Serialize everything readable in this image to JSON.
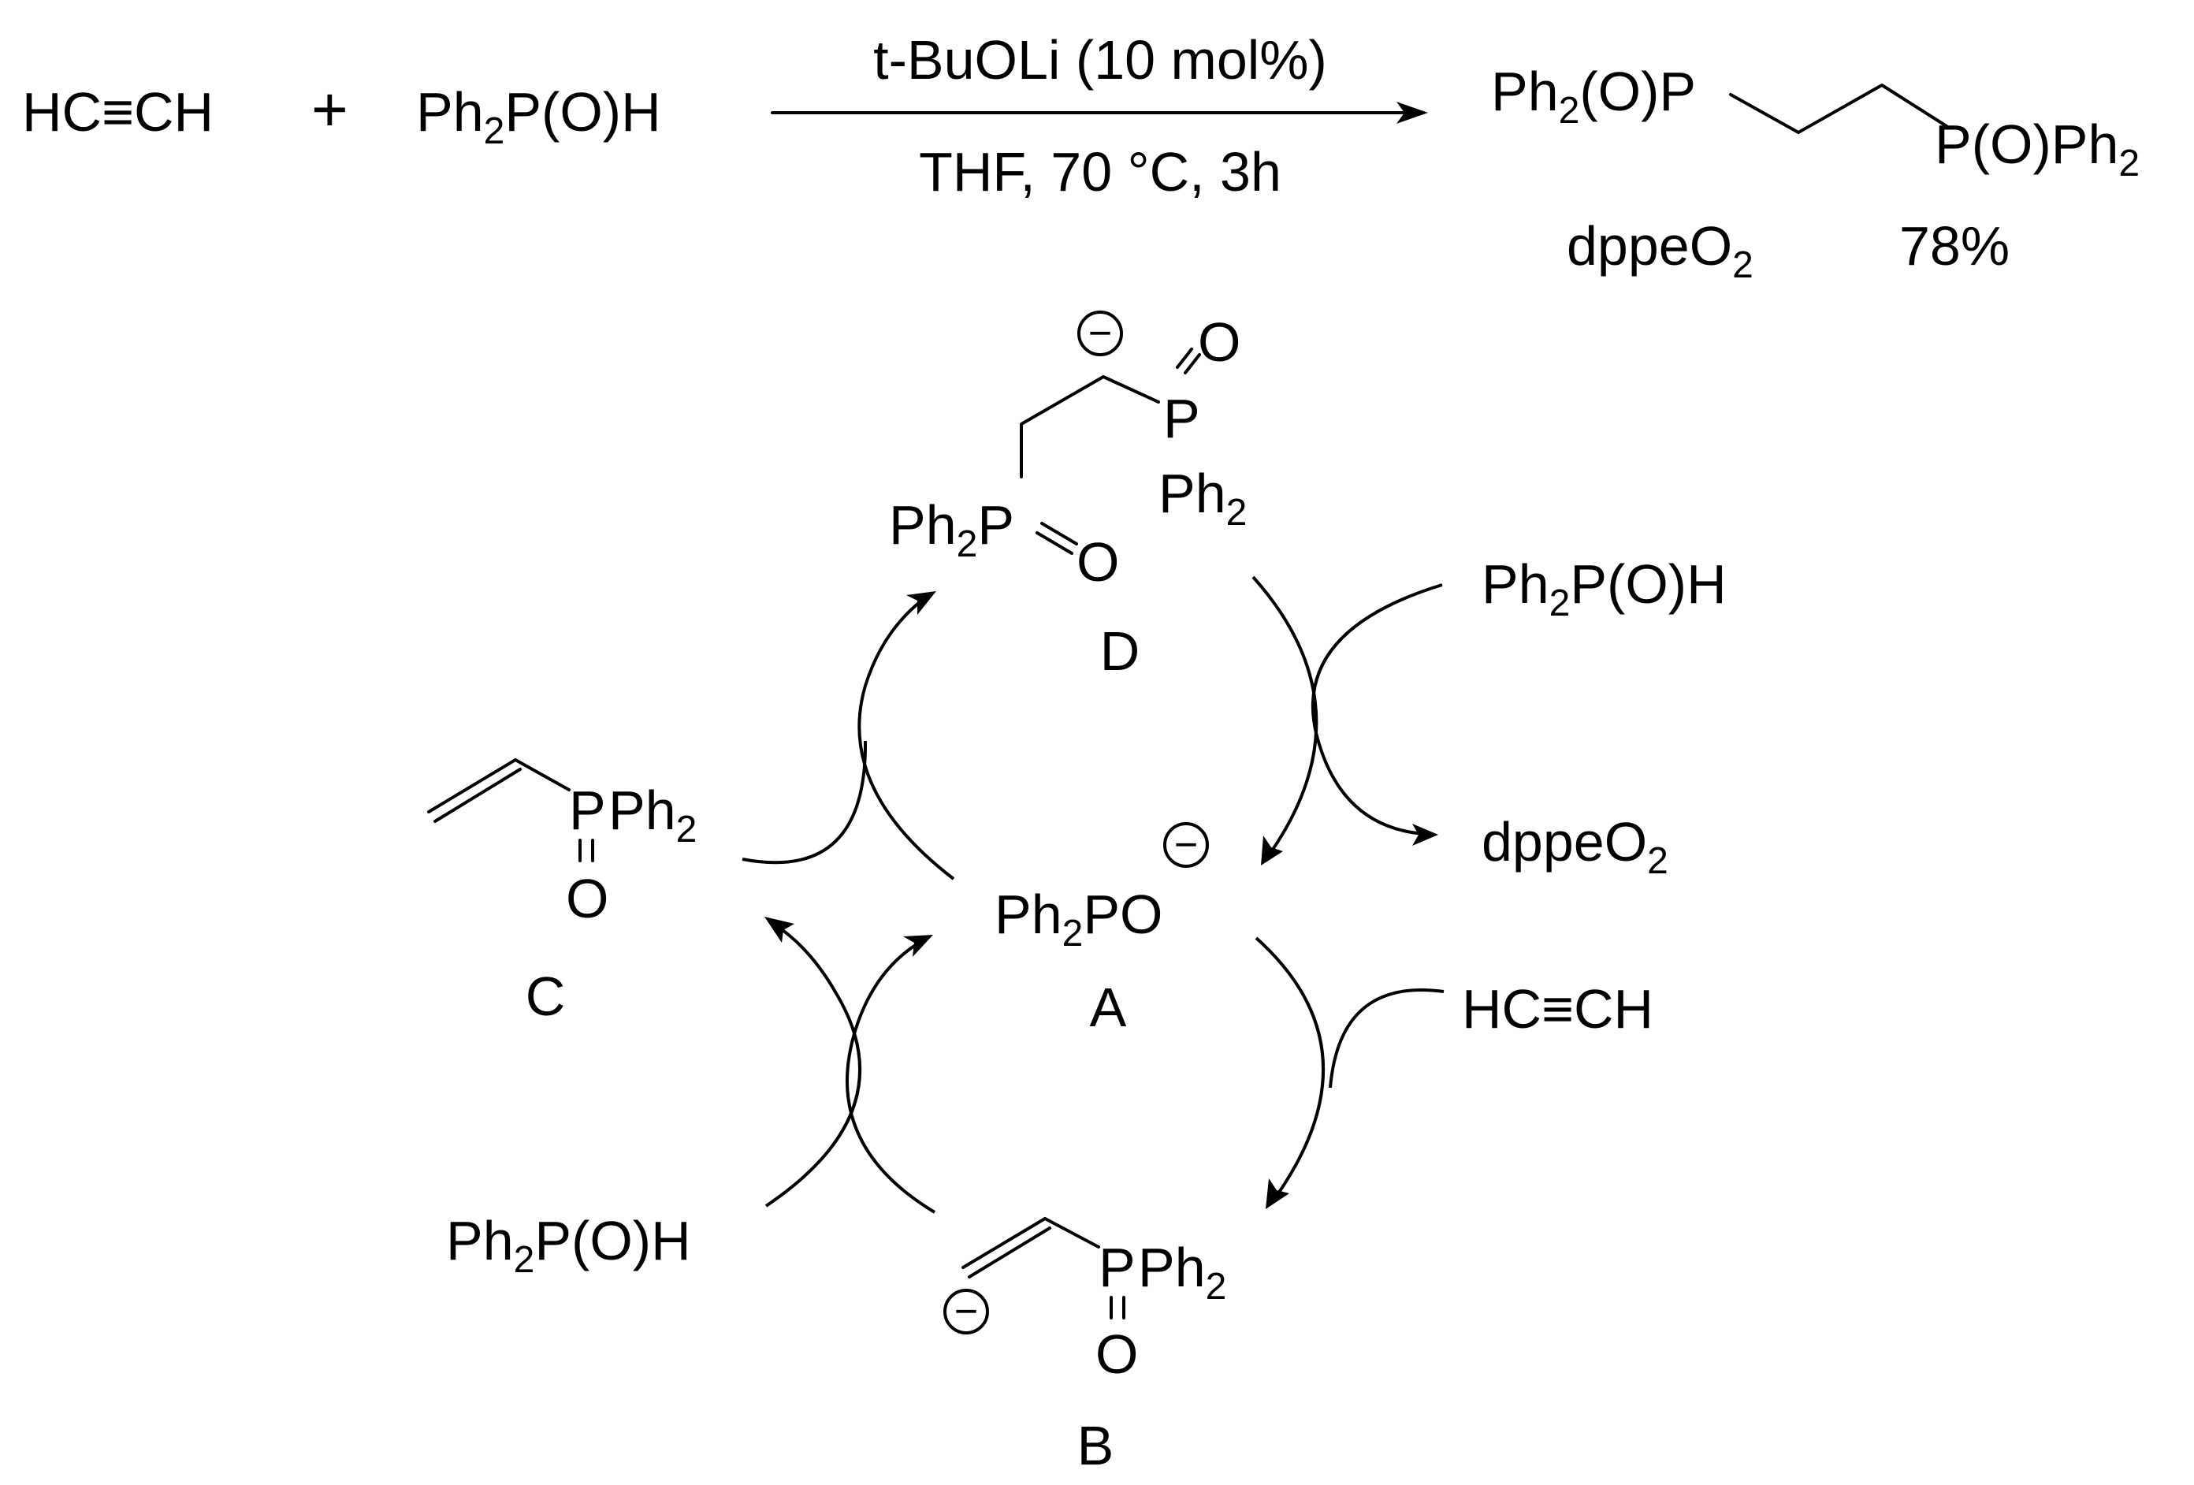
{
  "reaction": {
    "reactant_1": "HC≡CH",
    "plus": "+",
    "reactant_2": {
      "main": "Ph",
      "sub": "2",
      "rest": "P(O)H"
    },
    "conditions_above": "t-BuOLi (10 mol%)",
    "conditions_below": "THF, 70 °C, 3h",
    "product": {
      "left_group": {
        "main": "Ph",
        "sub": "2",
        "rest": "(O)P"
      },
      "right_group": {
        "main": "P(O)Ph",
        "sub": "2"
      },
      "name": {
        "main": "dppeO",
        "sub": "2"
      },
      "yield": "78%"
    }
  },
  "cycle": {
    "A": {
      "label": "A",
      "formula": {
        "main": "Ph",
        "sub": "2",
        "rest": "PO"
      },
      "charge": "−"
    },
    "B": {
      "label": "B",
      "P": "P",
      "Ph": {
        "main": "Ph",
        "sub": "2"
      },
      "O": "O",
      "charge": "−"
    },
    "C": {
      "label": "C",
      "P": "P",
      "Ph": {
        "main": "Ph",
        "sub": "2"
      },
      "O": "O"
    },
    "D": {
      "label": "D",
      "left_group": {
        "main": "Ph",
        "sub": "2",
        "rest": "P"
      },
      "left_O": "O",
      "right_P": "P",
      "right_O": "O",
      "right_Ph": {
        "main": "Ph",
        "sub": "2"
      },
      "charge": "−"
    },
    "reagents": {
      "acetylene_in": "HC≡CH",
      "phosphine_oxide_in_top": {
        "main": "Ph",
        "sub": "2",
        "rest": "P(O)H"
      },
      "phosphine_oxide_in_bottom": {
        "main": "Ph",
        "sub": "2",
        "rest": "P(O)H"
      },
      "product_out": {
        "main": "dppeO",
        "sub": "2"
      }
    }
  }
}
